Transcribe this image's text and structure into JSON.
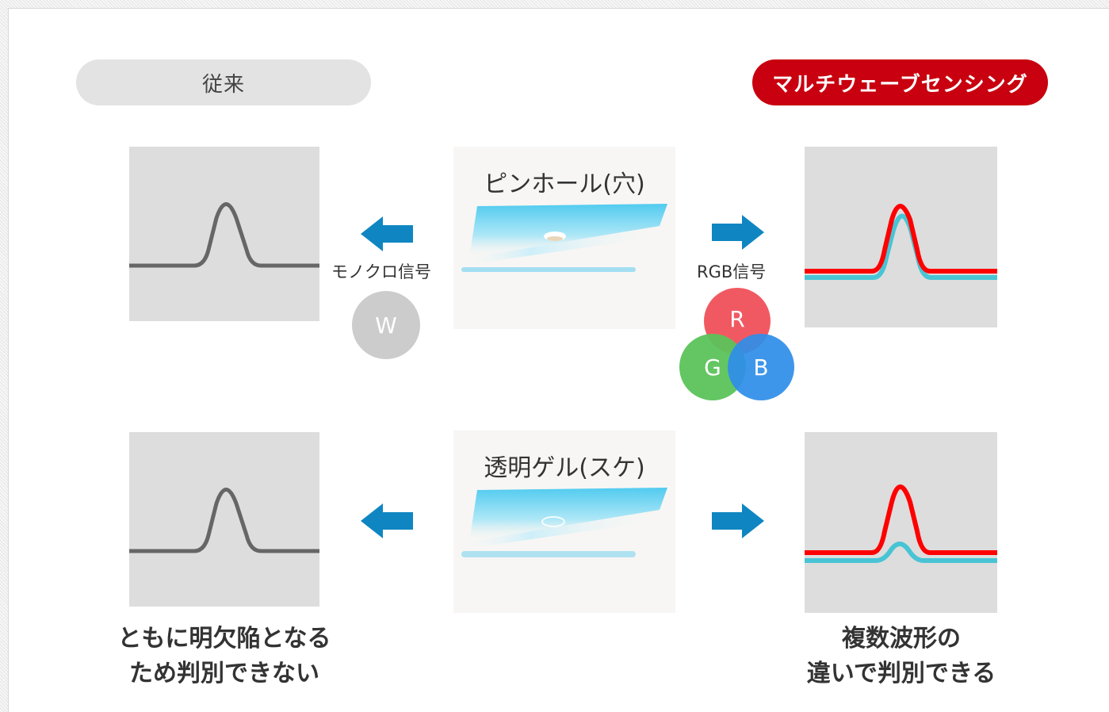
{
  "headers": {
    "left": "従来",
    "right": "マルチウェーブセンシング"
  },
  "center": {
    "top_title": "ピンホール(穴)",
    "bottom_title": "透明ゲル(スケ)"
  },
  "signals": {
    "mono": "モノクロ信号",
    "rgb": "RGB信号"
  },
  "circles": {
    "w": "W",
    "r": "R",
    "g": "G",
    "b": "B"
  },
  "captions": {
    "left_line1": "ともに明欠陥となる",
    "left_line2": "ため判別できない",
    "right_line1": "複数波形の",
    "right_line2": "違いで判別できる"
  },
  "colors": {
    "accent_red": "#c8000f",
    "arrow_blue": "#0f86c2",
    "mono_wave": "#666666",
    "red_wave": "#ff0000",
    "cyan_wave": "#48c4d4",
    "circle_w": "#cccccc",
    "circle_r": "#f0505a",
    "circle_g": "#5bc35a",
    "circle_b": "#2f8ee8"
  }
}
